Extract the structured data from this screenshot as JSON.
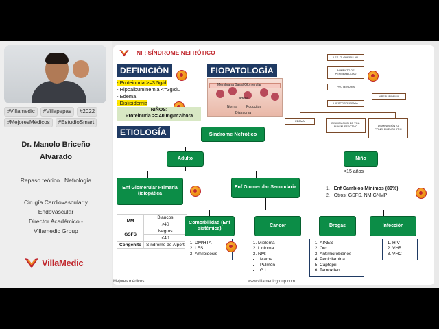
{
  "sidebar": {
    "tags": [
      "#Villamedic",
      "#Villapepas",
      "#2022",
      "#MejoresMédicos",
      "#EstudioSmart"
    ],
    "presenter": [
      "Dr. Manolo Briceño",
      "Alvarado"
    ],
    "subject": "Repaso teórico : Nefrología",
    "credentials": [
      "Cirugía Cardiovascular y",
      "Endovascular",
      "Director Académico -",
      "Villamedic Group"
    ],
    "logo_text": "VillaMedic"
  },
  "slide": {
    "title": "NF: SÍNDROME NEFRÓTICO",
    "definicion": {
      "header": "DEFINICIÓN",
      "lines": [
        "- Proteinuria >=3.5g/d",
        "- Hipoalbuminemia <=3g/dL",
        "- Edema",
        "- Dislipidemia"
      ],
      "ninos_title": "NIÑOS:",
      "ninos_text": "Proteinuria >= 40 mg/m2/hora"
    },
    "fisiopatologia": {
      "header": "FIOPATOLOGÍA",
      "labels": [
        "Membrana Basal Glomerular",
        "Cadena",
        "Norma",
        "Podocitos",
        "Diafragma"
      ],
      "flow": {
        "les": "LES. GLOMERULAR",
        "aumento": "AUMENTO DE PERMEABILIDAD",
        "proteinuria": "PROTEINURIA",
        "hipoproteinemia": "HIPOPROTEINEMIA",
        "hiperlipidemia": "HIPERLIPIDEMIA",
        "edema": "EDEMA",
        "disminucion_vol": "DISMINUCIÓN DE VOL. PLASM. EFECTIVO",
        "disminucion_c3": "DISMINUCIÓN IG COMPLEMENTO AT III"
      }
    },
    "etiologia": {
      "header": "ETIOLOGÍA",
      "root": "Síndrome Nefrótico",
      "adulto": "Adulto",
      "nino": "Niño",
      "nino_note": "<15 años",
      "primaria": "Enf Glomerular Primaria (idiopática",
      "secundaria": "Enf Glomerular Secundaria",
      "nino_list": [
        "Enf Cambios Mínimos  (80%)",
        "Otros: GSFS, NM,GNMP"
      ],
      "table": [
        {
          "k": "MM",
          "v": "Blancos"
        },
        {
          "k": "",
          "v": ">40"
        },
        {
          "k": "GSFS",
          "v": "Negros"
        },
        {
          "k": "",
          "v": "<40"
        },
        {
          "k": "Congénito",
          "v": "Síndrome de Alport"
        }
      ],
      "causes": [
        {
          "label": "Comorbilidad (Enf sistémica)",
          "items": [
            "DM/HTA",
            "LES",
            "Amiloidosis"
          ]
        },
        {
          "label": "Cancer",
          "items": [
            "Mieloma",
            "Linfoma",
            "NM:"
          ],
          "sub": [
            "Mama",
            "Pulmón",
            "G.I"
          ]
        },
        {
          "label": "Drogas",
          "items": [
            "AINES",
            "Oro",
            "Antimicrobianos",
            "Penicilamina",
            "Captopril",
            "Tamoxifen"
          ]
        },
        {
          "label": "Infección",
          "items": [
            "HIV",
            "VHB",
            "VHC"
          ]
        }
      ]
    },
    "footer_left": "Mejores médicos.",
    "footer_right": "www.villamedicgroup.com"
  },
  "colors": {
    "accent": "#c0272d",
    "header_bg": "#1f3a63",
    "green": "#0c8d47",
    "highlight": "#ffe600"
  }
}
